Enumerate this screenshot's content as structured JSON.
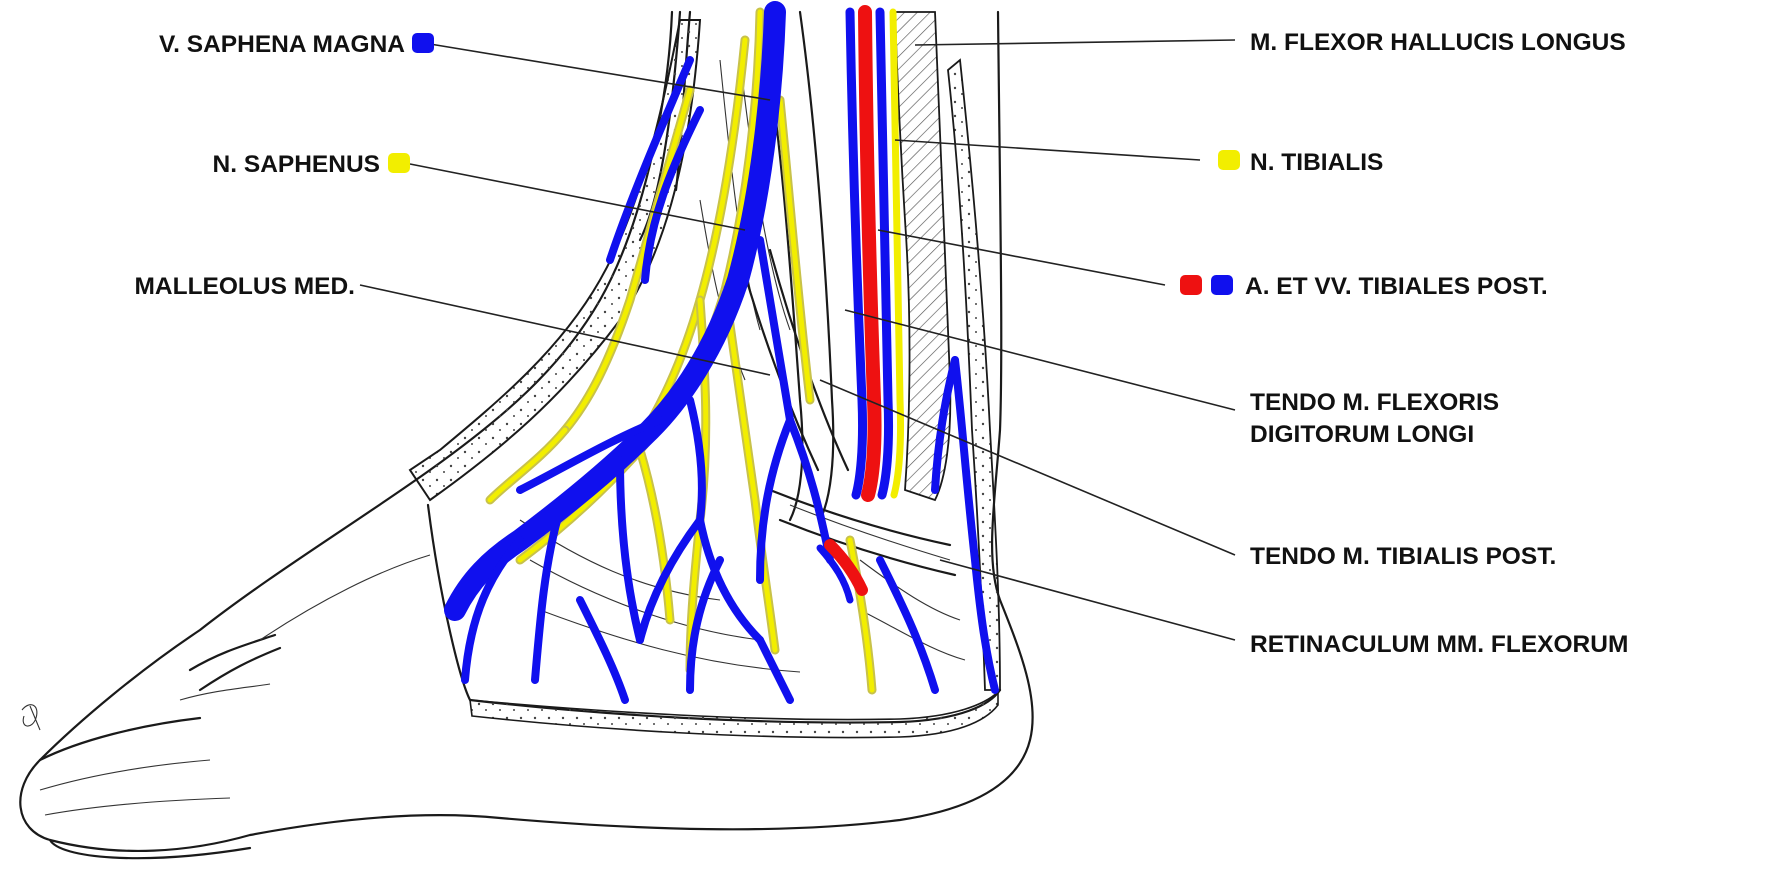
{
  "colors": {
    "vein": "#1010ee",
    "artery": "#ee1111",
    "nerve": "#f2ee00",
    "nerve_line": "#c8c24a",
    "outline": "#1a1a1a"
  },
  "labels": {
    "v_saphena_magna": "V. SAPHENA MAGNA",
    "n_saphenus": "N. SAPHENUS",
    "malleolus_med": "MALLEOLUS MED.",
    "m_flexor_hallucis_longus": "M. FLEXOR HALLUCIS LONGUS",
    "n_tibialis": "N. TIBIALIS",
    "a_et_vv_tibiales_post": "A. ET VV. TIBIALES POST.",
    "tendo_flexoris_line1": "TENDO M. FLEXORIS",
    "tendo_flexoris_line2": "DIGITORUM LONGI",
    "tendo_tibialis_post": "TENDO M. TIBIALIS POST.",
    "retinaculum": "RETINACULUM MM. FLEXORUM"
  },
  "legend_markers": {
    "v_saphena_magna": [
      "vein"
    ],
    "n_saphenus": [
      "nerve"
    ],
    "n_tibialis": [
      "nerve"
    ],
    "a_et_vv_tibiales_post": [
      "artery",
      "vein"
    ]
  }
}
